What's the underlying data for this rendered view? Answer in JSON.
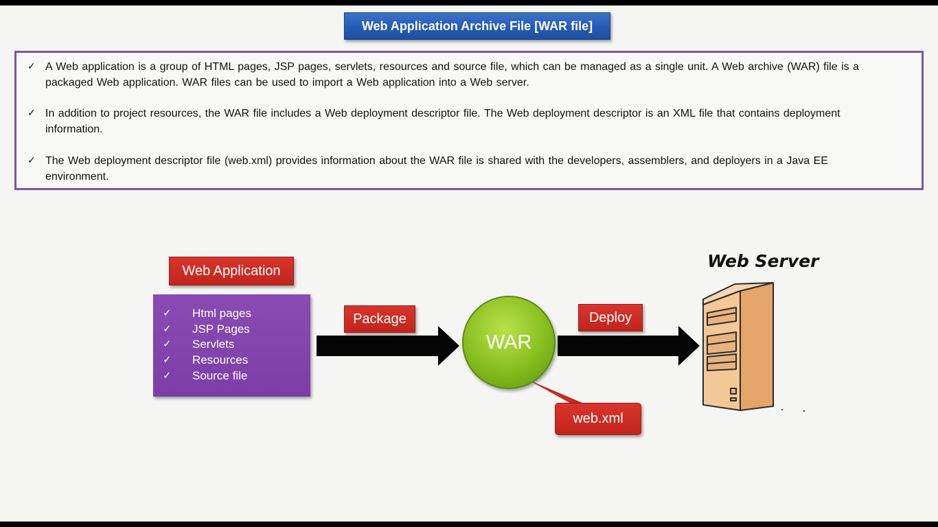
{
  "slide": {
    "title": "Web Application  Archive File [WAR file]",
    "bullets": [
      {
        "line1": "A Web application  is a group of HTML pages, JSP pages, servlets, resources and source file, which can be managed as a single unit. A Web archive (WAR) file is a",
        "line2": "packaged Web application.  WAR files can be used to import a Web application into a Web server."
      },
      {
        "line1": "In addition to project resources, the WAR file includes a Web deployment descriptor file. The Web deployment descriptor  is an XML file that contains deployment",
        "line2": "information."
      },
      {
        "line1": "The Web deployment descriptor file (web.xml) provides information about the WAR file is shared with the developers, assemblers, and deployers in a Java EE",
        "line2": "environment."
      }
    ]
  },
  "diagram": {
    "web_app_label": "Web Application",
    "web_app_items": [
      "Html pages",
      "JSP Pages",
      "Servlets",
      "Resources",
      "Source file"
    ],
    "package_label": "Package",
    "war_label": "WAR",
    "deploy_label": "Deploy",
    "webxml_label": "web.xml",
    "web_server_label": "Web Server"
  },
  "colors": {
    "title_blue": "#245bb4",
    "label_red": "#c62a22",
    "list_purple": "#7b3ea6",
    "border_purple": "#7b56a3",
    "war_green": "#86bd1e",
    "server_tan": "#efb880"
  },
  "icons": {
    "check": "✓",
    "server": "server-tower-icon",
    "arrow": "right-arrow-icon"
  }
}
